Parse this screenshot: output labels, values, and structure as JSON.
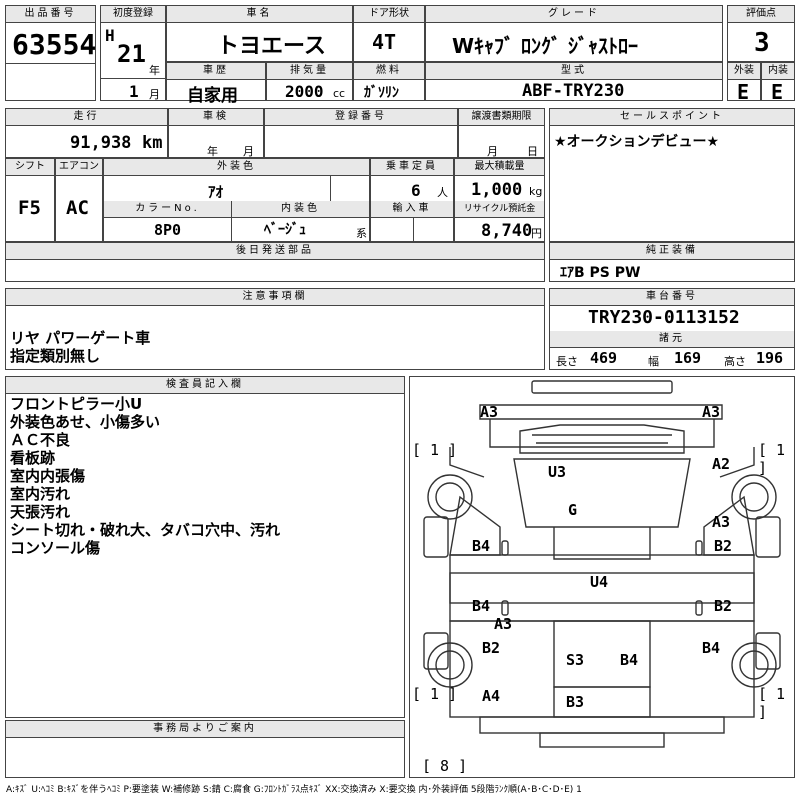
{
  "header": {
    "lot_number_label": "出品番号",
    "lot_number": "63554",
    "first_reg_label": "初度登録",
    "era": "H",
    "year": "21",
    "year_unit": "年",
    "month": "1",
    "month_unit": "月",
    "car_name_label": "車名",
    "car_name": "トヨエース",
    "door_label": "ドア形状",
    "door": "4T",
    "grade_label": "グレード",
    "grade": "Wｷｬﾌﾞ ﾛﾝｸﾞ ｼﾞｬｽﾄﾛｰ",
    "score_label": "評価点",
    "score": "3",
    "history_label": "車歴",
    "history": "自家用",
    "displacement_label": "排気量",
    "displacement": "2000",
    "displacement_unit": "cc",
    "fuel_label": "燃料",
    "fuel": "ｶﾞｿﾘﾝ",
    "model_label": "型式",
    "model": "ABF-TRY230",
    "exterior_label": "外装",
    "exterior": "E",
    "interior_label": "内装",
    "interior": "E"
  },
  "row2": {
    "mileage_label": "走行",
    "mileage": "91,938",
    "mileage_unit": "km",
    "inspection_label": "車検",
    "inspection_year_unit": "年",
    "inspection_month_unit": "月",
    "reg_no_label": "登録番号",
    "transfer_label": "譲渡書類期限",
    "transfer_month_unit": "月",
    "transfer_day_unit": "日",
    "shift_label": "シフト",
    "shift": "F5",
    "ac_label": "エアコン",
    "ac": "AC",
    "color_label": "外装色",
    "color": "ｱｵ",
    "color_no_label": "カラーNo.",
    "color_no": "8P0",
    "int_color_label": "内装色",
    "int_color": "ﾍﾞｰｼﾞｭ",
    "int_color_unit": "系",
    "seats_label": "乗車定員",
    "seats": "6",
    "seats_unit": "人",
    "import_label": "輸入車",
    "load_label": "最大積載量",
    "load": "1,000",
    "load_unit": "kg",
    "recycle_label": "リサイクル預託金",
    "recycle": "8,740",
    "recycle_unit": "円",
    "sales_point_label": "セールスポイント",
    "sales_point": "★オークションデビュー★",
    "later_parts_label": "後日発送部品",
    "equipment_label": "純正装備",
    "equipment": "ｴｱB PS PW"
  },
  "notes": {
    "caution_label": "注意事項欄",
    "caution_lines": [
      "リヤ パワーゲート車",
      "指定類別無し"
    ],
    "chassis_label": "車台番号",
    "chassis": "TRY230-0113152",
    "spec_label": "諸元",
    "length_label": "長さ",
    "length": "469",
    "width_label": "幅",
    "width": "169",
    "height_label": "高さ",
    "height": "196",
    "inspector_label": "検査員記入欄",
    "inspector_lines": [
      "フロントピラー小U",
      "外装色あせ、小傷多い",
      "ＡＣ不良",
      "看板跡",
      "室内内張傷",
      "室内汚れ",
      "天張汚れ",
      "シート切れ・破れ大、タバコ穴中、汚れ",
      "コンソール傷"
    ],
    "office_label": "事務局よりご案内"
  },
  "diagram": {
    "marks": [
      {
        "code": "A3"
      },
      {
        "code": "A3"
      },
      {
        "code": "[ 1 ]"
      },
      {
        "code": "[ 1 ]"
      },
      {
        "code": "U3"
      },
      {
        "code": "A2"
      },
      {
        "code": "G"
      },
      {
        "code": "A3"
      },
      {
        "code": "B4"
      },
      {
        "code": "B2"
      },
      {
        "code": "U4"
      },
      {
        "code": "B4"
      },
      {
        "code": "B2"
      },
      {
        "code": "A3"
      },
      {
        "code": "B2"
      },
      {
        "code": "B4"
      },
      {
        "code": "S3"
      },
      {
        "code": "B4"
      },
      {
        "code": "[ 1 ]"
      },
      {
        "code": "[ 1 ]"
      },
      {
        "code": "A4"
      },
      {
        "code": "B3"
      },
      {
        "code": "[ 8 ]"
      }
    ]
  },
  "legend": "A:ｷｽﾞ U:ﾍｺﾐ B:ｷｽﾞを伴うﾍｺﾐ P:要塗装 W:補修跡 S:錆 C:腐食 G:ﾌﾛﾝﾄｶﾞﾗｽ点ｷｽﾞ XX:交換済み X:要交換 内･外装評価 5段階ﾗﾝｸ順(A･B･C･D･E) 1"
}
